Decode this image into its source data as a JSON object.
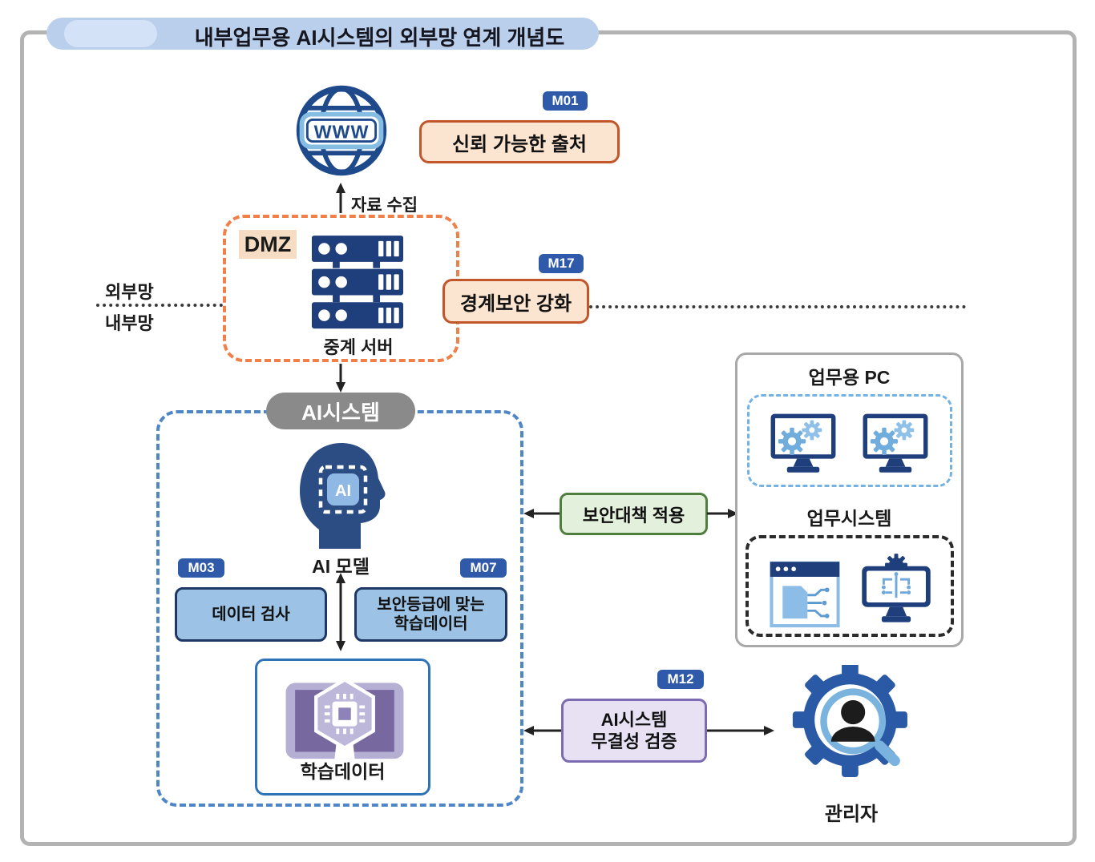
{
  "colors": {
    "badge_blue": "#2e5aa9",
    "navy": "#1e4a8c",
    "dark_navy": "#1f3e7c",
    "orange_dash": "#f08048",
    "orange_border": "#c1562b",
    "peach_fill": "#fbe5d0",
    "peach_label": "#f5dcc2",
    "light_blue_fill": "#9cc3e5",
    "light_blue_border": "#1f3863",
    "blue_dash": "#4e86c8",
    "sky_dash": "#74b2e4",
    "green_fill": "#e3f0db",
    "green_border": "#4e7f3f",
    "purple_fill": "#e7e1f3",
    "purple_border": "#7c6bb0",
    "banner_blue": "#b9cfec",
    "banner_inner": "#d4e2f8",
    "gray_pill": "#8a8a8a",
    "frame_gray": "#b3b3b3",
    "training_border": "#2e74b5"
  },
  "header": {
    "title": "내부업무용 AI시스템의 외부망 연계 개념도"
  },
  "internet": {
    "www": "WWW",
    "badge": "M01",
    "trusted_source": "신뢰 가능한 출처",
    "collect_label": "자료 수집"
  },
  "boundary": {
    "external_label": "외부망",
    "internal_label": "내부망"
  },
  "dmz": {
    "label": "DMZ",
    "server_label": "중계 서버",
    "badge": "M17",
    "measure": "경계보안 강화"
  },
  "ai_system": {
    "title": "AI시스템",
    "chip_text": "AI",
    "model_label": "AI 모델",
    "m03_badge": "M03",
    "data_check": "데이터 검사",
    "m07_badge": "M07",
    "secure_line1": "보안등급에 맞는",
    "secure_line2": "학습데이터",
    "training_label": "학습데이터"
  },
  "links": {
    "security_apply": "보안대책 적용",
    "m12_badge": "M12",
    "integrity_line1": "AI시스템",
    "integrity_line2": "무결성 검증"
  },
  "office": {
    "pc_title": "업무용 PC",
    "system_title": "업무시스템"
  },
  "admin": {
    "label": "관리자"
  }
}
